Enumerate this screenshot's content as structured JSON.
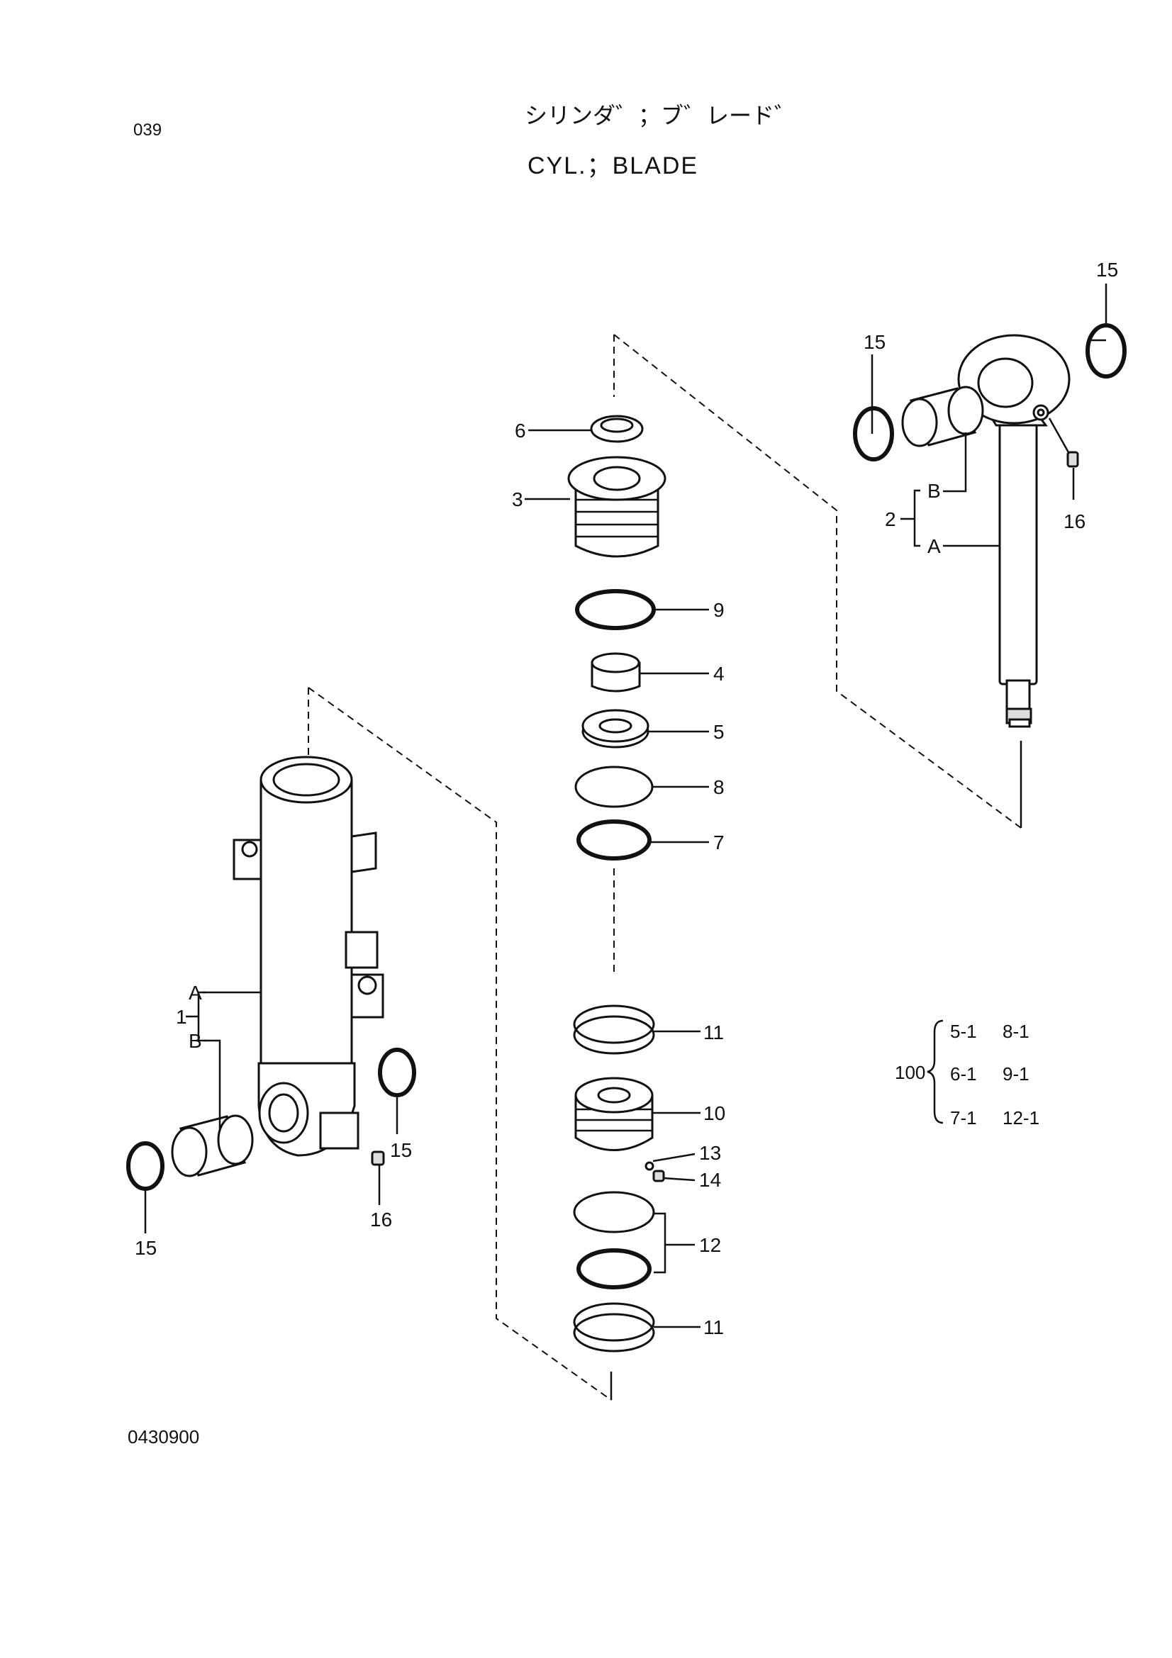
{
  "header": {
    "page_number": "039",
    "title_jp": "シリンダ゛；ブ゛レード゛",
    "title_en": "CYL.；BLADE"
  },
  "footer": {
    "figure_code": "0430900"
  },
  "callouts": {
    "c1": "1",
    "c1a": "A",
    "c1b": "B",
    "c2": "2",
    "c2a": "A",
    "c2b": "B",
    "c3": "3",
    "c4": "4",
    "c5": "5",
    "c6": "6",
    "c7": "7",
    "c8": "8",
    "c9": "9",
    "c10": "10",
    "c11a": "11",
    "c11b": "11",
    "c12": "12",
    "c13": "13",
    "c14": "14",
    "c15a": "15",
    "c15b": "15",
    "c15c": "15",
    "c15d": "15",
    "c16a": "16",
    "c16b": "16"
  },
  "kit": {
    "number": "100",
    "items": [
      [
        "5-1",
        "8-1"
      ],
      [
        "6-1",
        "9-1"
      ],
      [
        "7-1",
        "12-1"
      ]
    ]
  }
}
